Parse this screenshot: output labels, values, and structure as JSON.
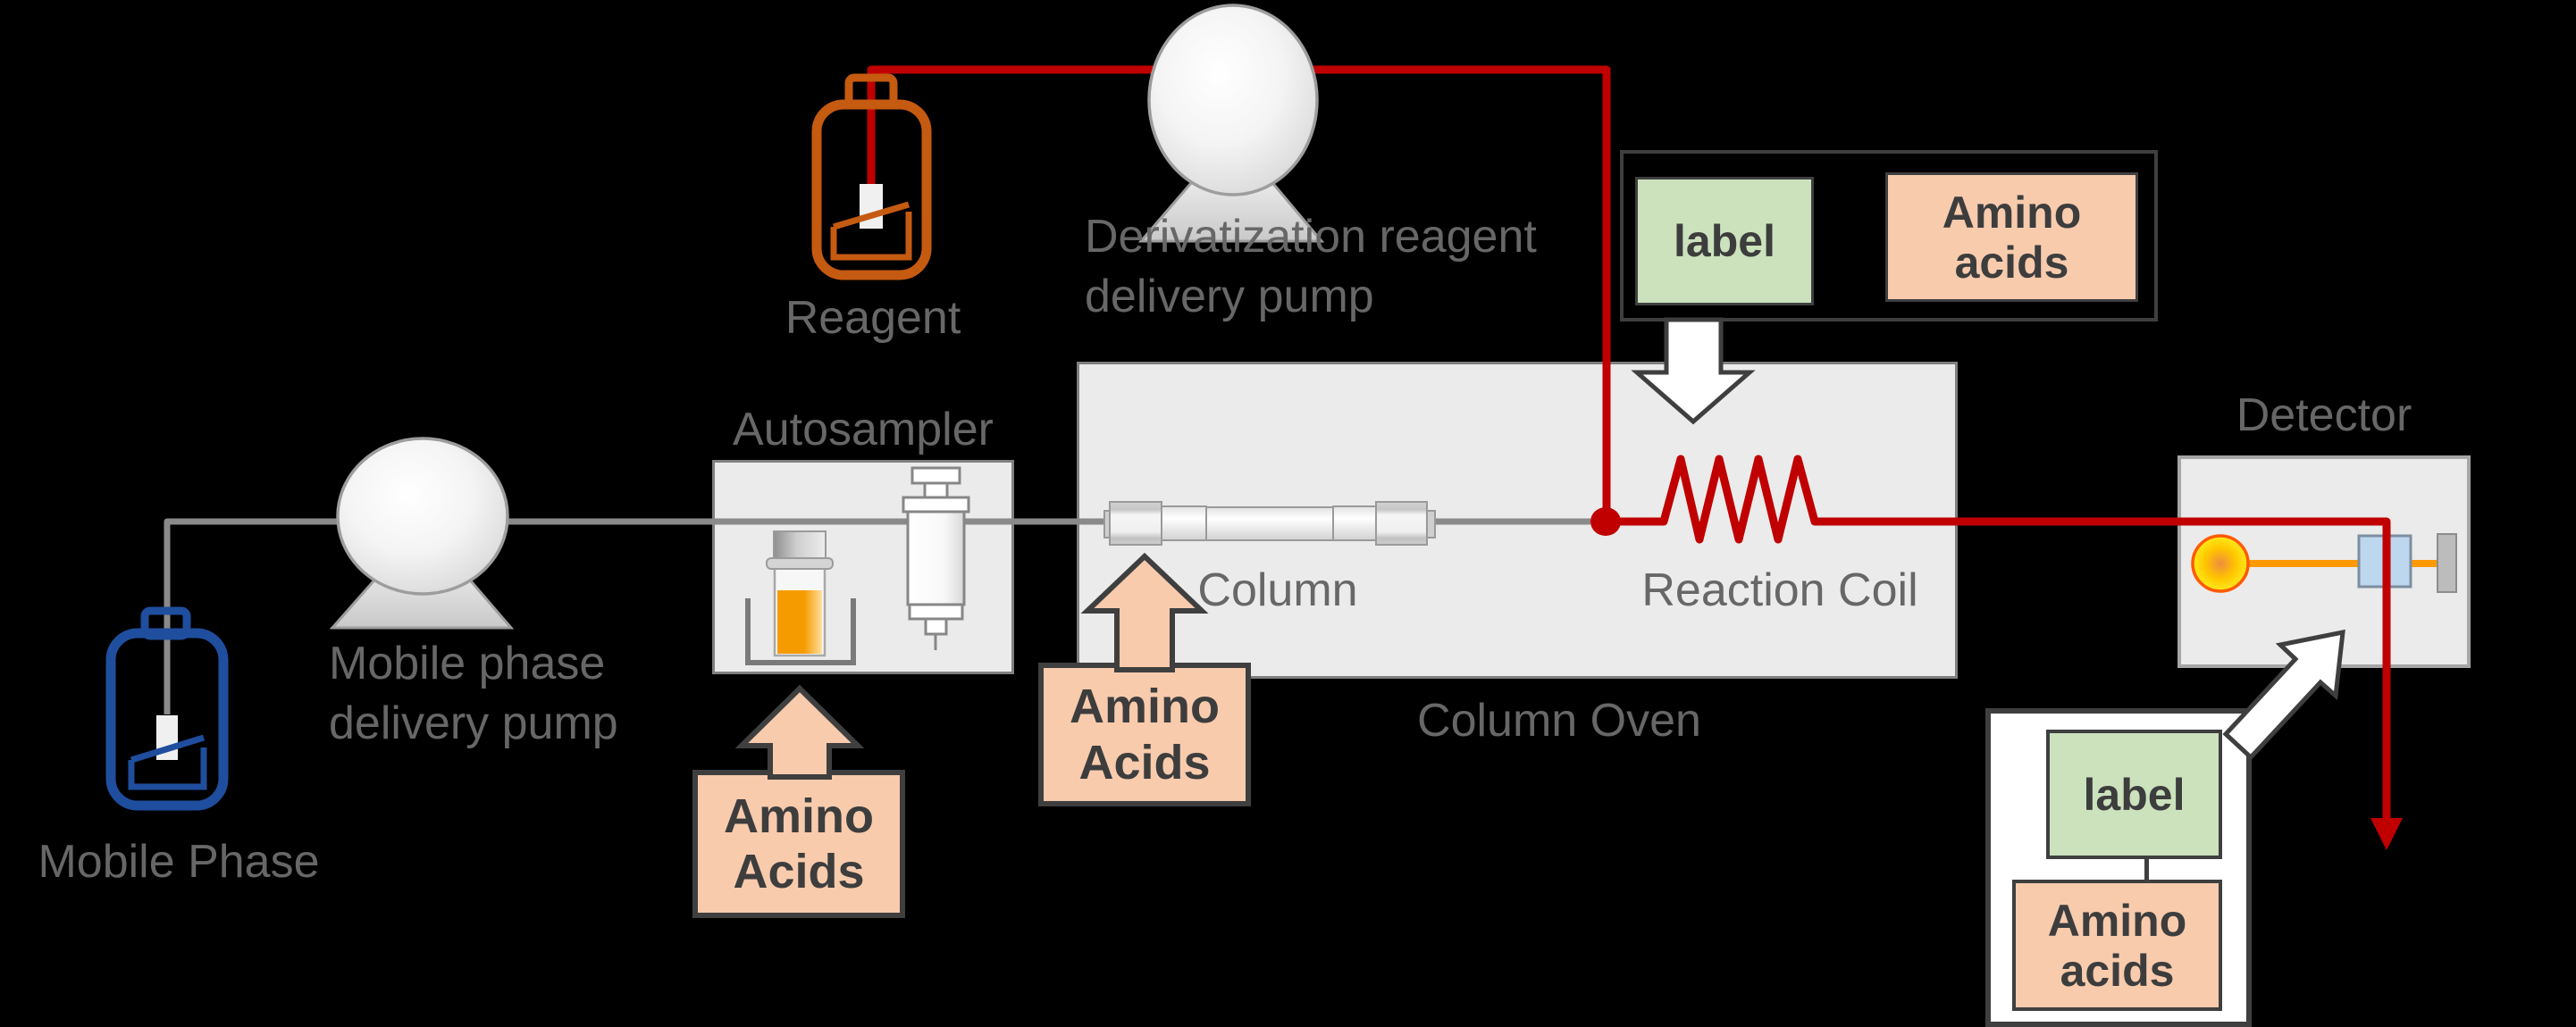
{
  "nodes": {
    "mobile_phase": {
      "label": "Mobile Phase"
    },
    "mobile_pump": {
      "label": "Mobile phase\ndelivery pump"
    },
    "reagent": {
      "label": "Reagent"
    },
    "deriv_pump": {
      "label": "Derivatization reagent\ndelivery pump"
    },
    "autosampler": {
      "label": "Autosampler"
    },
    "column": {
      "label": "Column"
    },
    "reaction_coil": {
      "label": "Reaction Coil"
    },
    "column_oven": {
      "label": "Column Oven"
    },
    "detector": {
      "label": "Detector"
    }
  },
  "legend_top": {
    "label_box": "label",
    "amino_box": "Amino\nacids"
  },
  "legend_bottom": {
    "label_box": "label",
    "amino_box": "Amino\nacids"
  },
  "inputs": {
    "autosampler_arrow_box": "Amino\nAcids",
    "column_arrow_box": "Amino\nAcids"
  },
  "colors": {
    "background": "#000000",
    "flow_line_red": "#c00000",
    "tube_gray": "#8a8a8a",
    "mobile_phase_blue": "#1f4e9e",
    "reagent_orange": "#c55a11",
    "amino_peach": "#f8cbad",
    "label_green": "#cbe2bd",
    "machine_gray_fill": "#ebebeb",
    "outline_dark": "#3f3f3f",
    "caption_gray": "#676767",
    "beam_orange": "#ff9900",
    "flow_cell_blue": "#bdd7ee",
    "lamp_yellow": "#ffe100"
  }
}
